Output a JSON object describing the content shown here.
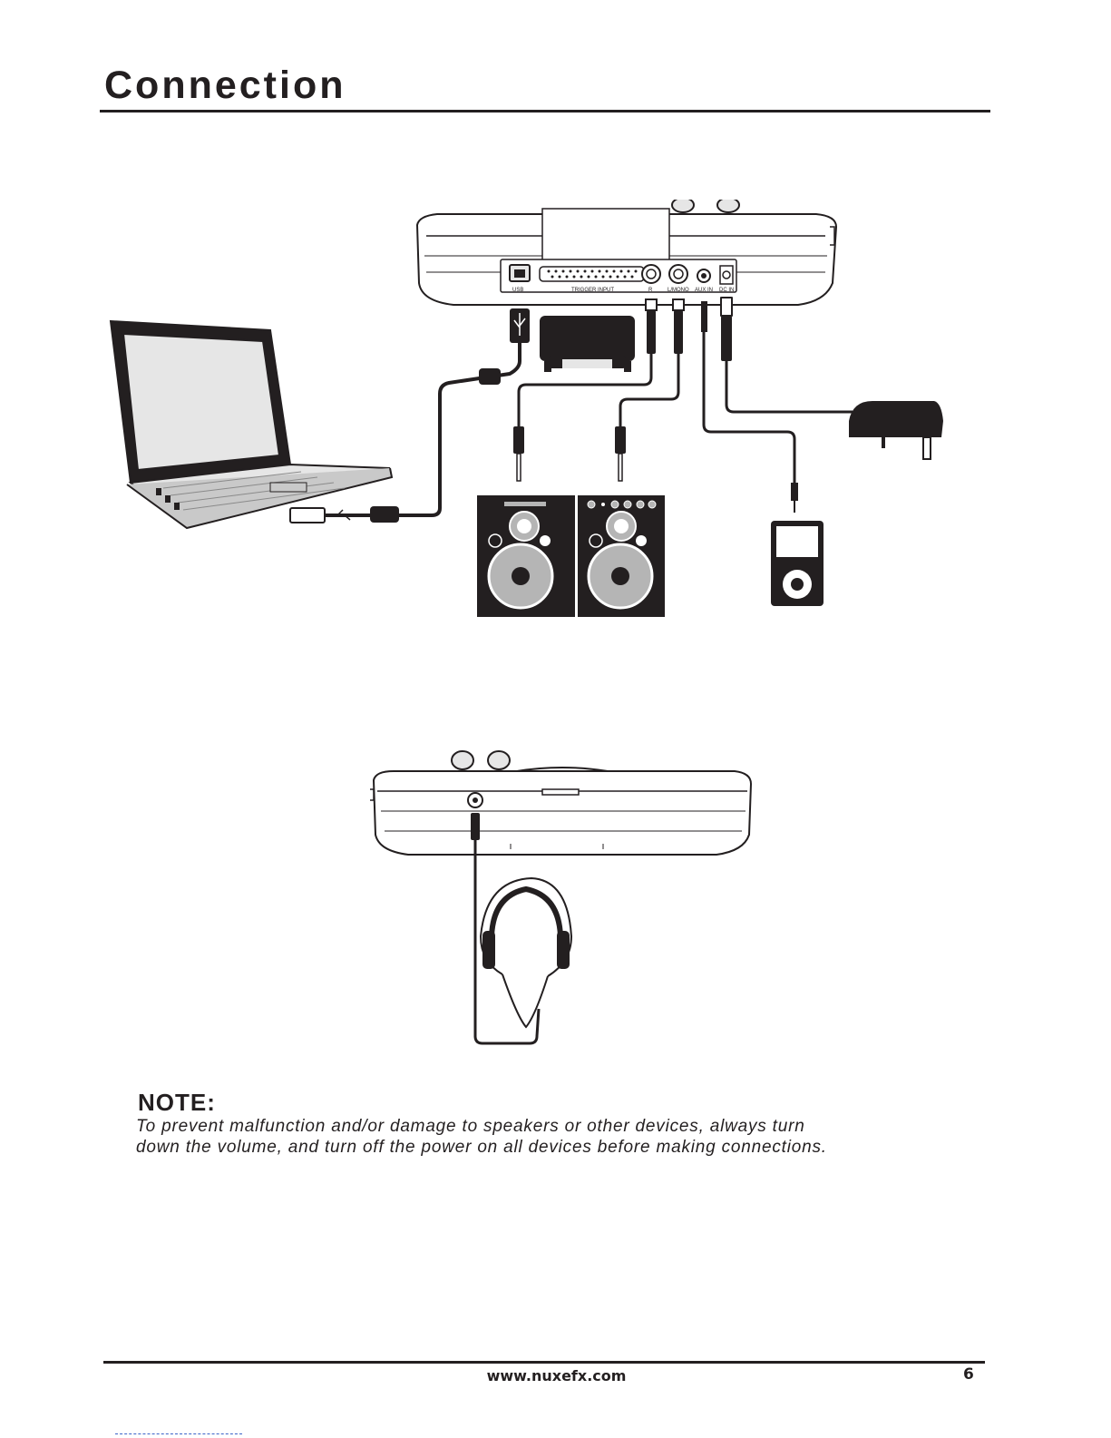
{
  "page": {
    "title": "Connection",
    "footer_url": "www.nuxefx.com",
    "page_number": "6"
  },
  "rear_panel": {
    "port_labels": [
      "USB",
      "TRIGGER INPUT",
      "R",
      "L/MONO",
      "AUX IN",
      "DC IN"
    ]
  },
  "note": {
    "heading": "NOTE:",
    "line1": "To prevent malfunction and/or damage to speakers or other devices, always turn",
    "line2": "down the volume, and turn off the power on all devices before making connections."
  },
  "colors": {
    "ink": "#231f20",
    "panel_gray": "#e6e6e6",
    "speaker_cone": "#b5b5b5"
  },
  "icons": [
    "usb-icon",
    "laptop-icon",
    "speaker-icon",
    "mp3-player-icon",
    "power-adapter-icon",
    "headphones-icon"
  ]
}
